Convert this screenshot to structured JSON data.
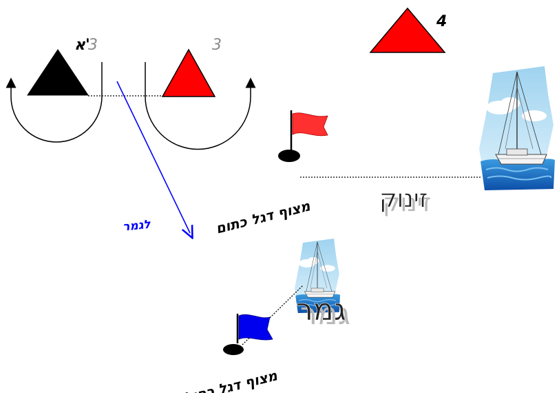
{
  "marks": {
    "mark_3a": {
      "number": "3",
      "letter": "א'",
      "color": "#000000"
    },
    "mark_3": {
      "number": "3",
      "color": "#ff0000"
    },
    "mark_4": {
      "number": "4",
      "color": "#ff0000"
    }
  },
  "labels": {
    "to_finish": "לגמר",
    "orange_flag_observer": "מצוף דגל כתום",
    "blue_flag_observer": "מצוף דגל כחול",
    "start": "זינוק",
    "finish": "גמר"
  },
  "colors": {
    "red": "#ff0000",
    "black": "#000000",
    "orange_flag": "#ff3030",
    "blue_flag": "#0000ee",
    "finish_arrow": "#0000ff",
    "sky": "#bfe6f7",
    "sea": "#1f7fd1"
  },
  "icons": [
    "sailboat-icon",
    "flag-icon",
    "buoy-icon",
    "rounding-arrow-icon"
  ]
}
